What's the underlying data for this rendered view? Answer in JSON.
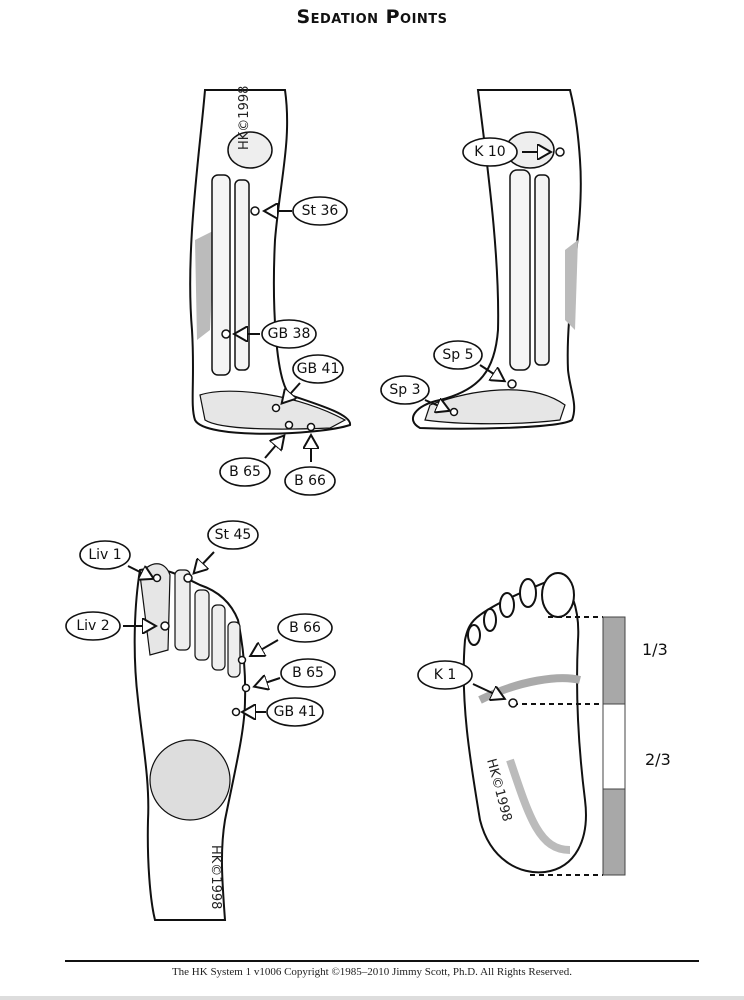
{
  "title": "Sedation Points",
  "watermark": "HK©1998",
  "points": {
    "lateral_leg": [
      "St 36",
      "GB 38",
      "GB 41",
      "B 65",
      "B 66"
    ],
    "medial_leg": [
      "K 10",
      "Sp 5",
      "Sp 3"
    ],
    "dorsal_foot": [
      "Liv 1",
      "St 45",
      "Liv 2",
      "B 66",
      "B 65",
      "GB 41"
    ],
    "sole": [
      "K 1"
    ]
  },
  "sole_scale": {
    "top": "1/3",
    "bottom": "2/3"
  },
  "footer": "The HK System 1 v1006 Copyright ©1985–2010 Jimmy Scott, Ph.D. All Rights Reserved.",
  "colors": {
    "ink": "#111111",
    "shade": "#a8a8a8",
    "bone": "#f4f4f4"
  }
}
